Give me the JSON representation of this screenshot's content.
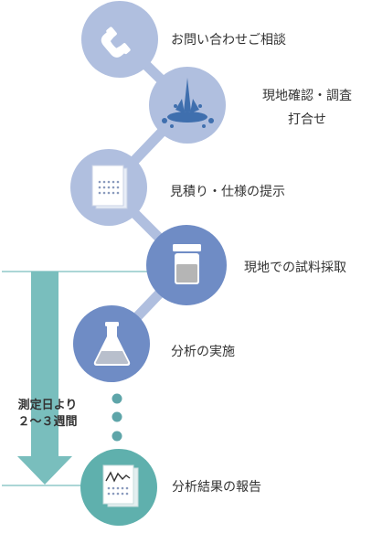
{
  "colors": {
    "connector": "#b0bfdf",
    "circle_light": "#b0bfdf",
    "circle_dark": "#6f8cc5",
    "circle_teal": "#5fb0ad",
    "timeline": "#79bebd",
    "dot": "#5ea5a9",
    "icon_blue": "#3f6fae",
    "icon_teal": "#3a9694"
  },
  "steps": [
    {
      "label": "お問い合わせご相談",
      "icon": "phone-icon",
      "tone": "light"
    },
    {
      "label": "現地確認・調査",
      "label2": "打合せ",
      "icon": "splash-icon",
      "tone": "light"
    },
    {
      "label": "見積り・仕様の提示",
      "icon": "document-icon",
      "tone": "light"
    },
    {
      "label": "現地での試料採取",
      "icon": "sample-jar-icon",
      "tone": "dark"
    },
    {
      "label": "分析の実施",
      "icon": "flask-icon",
      "tone": "dark"
    },
    {
      "label": "分析結果の報告",
      "icon": "report-icon",
      "tone": "teal"
    }
  ],
  "duration": {
    "line1": "測定日より",
    "line2": "２～３週間"
  }
}
